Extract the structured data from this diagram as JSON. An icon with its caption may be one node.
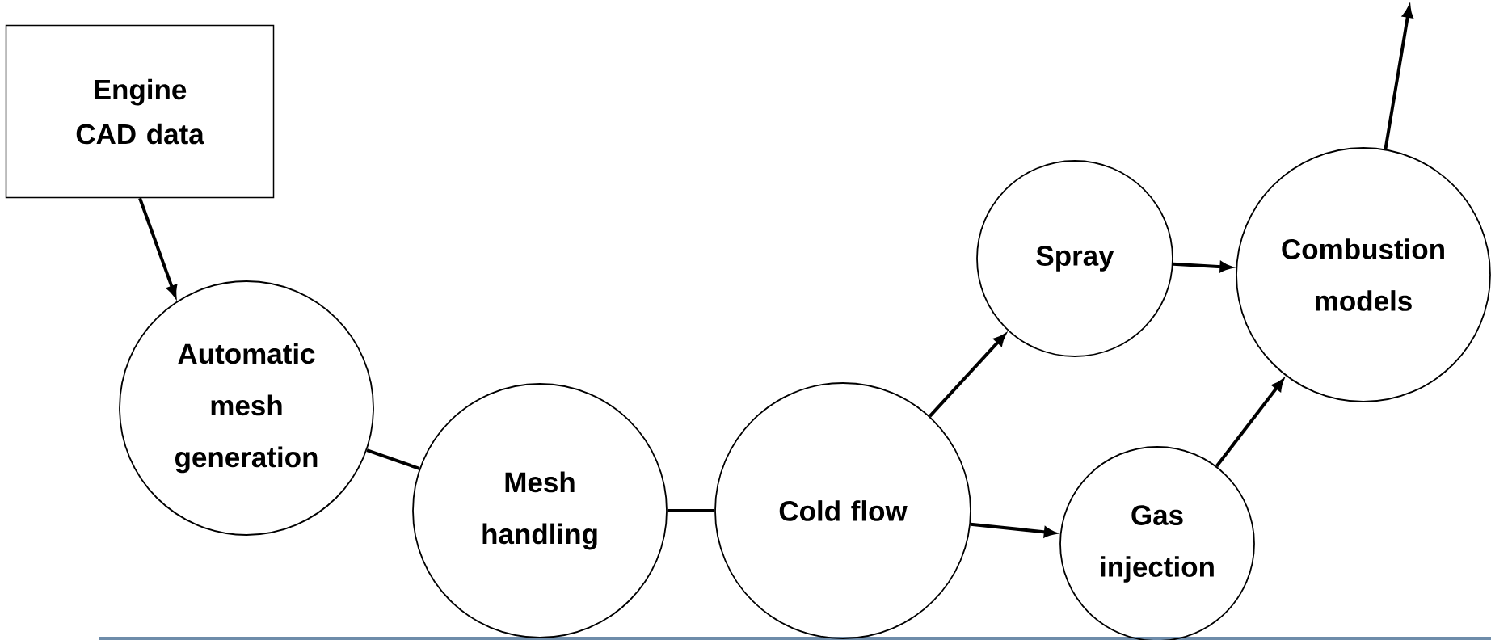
{
  "diagram": {
    "nodes": [
      {
        "text": [
          "Engine CAD data"
        ]
      },
      {
        "text": [
          "Automatic mesh generation"
        ]
      },
      {
        "text": [
          "Mesh handling"
        ]
      },
      {
        "text": [
          "Cold flow"
        ]
      },
      {
        "text": [
          "Spray"
        ]
      },
      {
        "text": [
          "Gas injection"
        ]
      },
      {
        "text": [
          "Combustion models"
        ]
      }
    ],
    "edges": [
      {
        "from": 0,
        "to": 1,
        "arrow": "to"
      },
      {
        "from": 1,
        "to": 2,
        "arrow": "none"
      },
      {
        "from": 2,
        "to": 3,
        "arrow": "none"
      },
      {
        "from": 3,
        "to": 4,
        "arrow": "to"
      },
      {
        "from": 3,
        "to": 5,
        "arrow": "to"
      },
      {
        "from": 4,
        "to": 6,
        "arrow": "to"
      },
      {
        "from": 5,
        "to": 6,
        "arrow": "to"
      },
      {
        "from": 6,
        "to": null,
        "arrow": "to"
      }
    ]
  }
}
